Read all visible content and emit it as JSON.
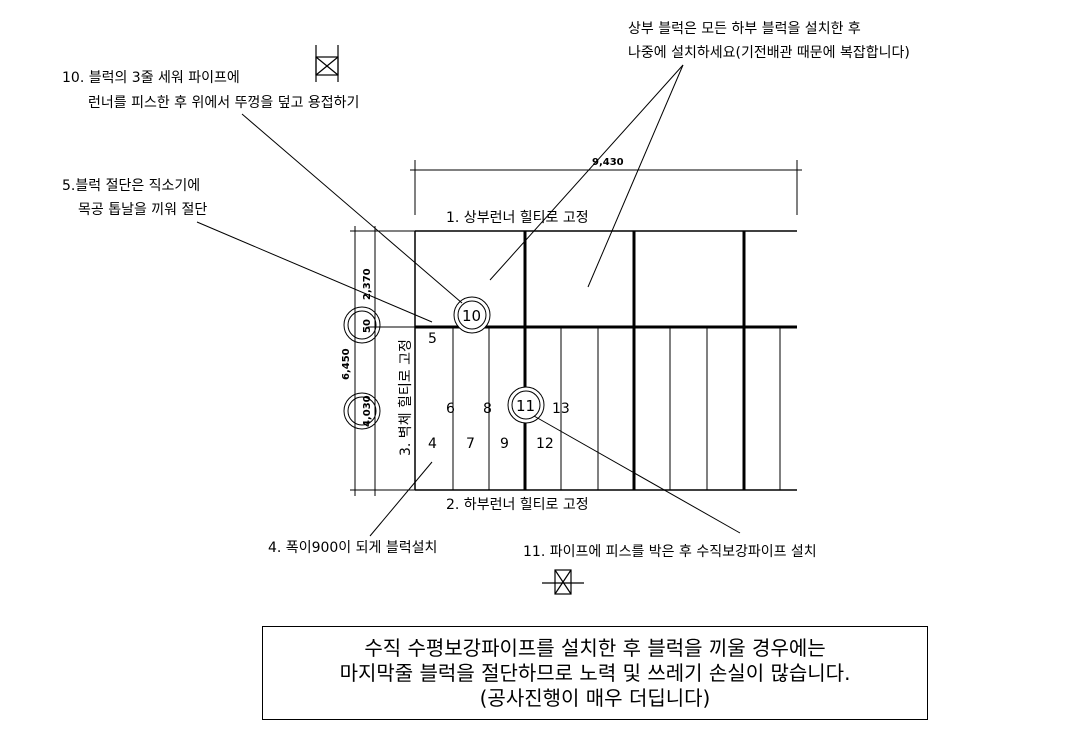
{
  "annotations": {
    "top_right_line1": "상부 블럭은 모든 하부 블럭을 설치한 후",
    "top_right_line2": "나중에 설치하세요(기전배관 때문에 복잡합니다)",
    "note10_line1": "10. 블럭의 3줄 세워 파이프에",
    "note10_line2": "런너를 피스한 후 위에서 뚜껑을 덮고 용접하기",
    "note5_line1": "5.블럭 절단은 직소기에",
    "note5_line2": "목공 톱날을 끼워 절단",
    "note1": "1. 상부런너 힐티로 고정",
    "note2": "2. 하부런너 힐티로 고정",
    "note3": "3. 벽체 힐티로 고정",
    "note4": "4. 폭이900이 되게 블럭설치",
    "note11": "11. 파이프에 피스를 박은 후 수직보강파이프 설치"
  },
  "dimensions": {
    "width_total": "9,430",
    "height_upper": "2,370",
    "height_total": "6,450",
    "height_lower": "4,030",
    "gap": "50"
  },
  "block_numbers": [
    "4",
    "5",
    "6",
    "7",
    "8",
    "9",
    "10",
    "11",
    "12",
    "13"
  ],
  "note_box": {
    "line1": "수직 수평보강파이프를 설치한 후 블럭을 끼울 경우에는",
    "line2": "마지막줄 블럭을 절단하므로 노력 및 쓰레기 손실이 많습니다.",
    "line3": "(공사진행이 매우 더딥니다)"
  }
}
